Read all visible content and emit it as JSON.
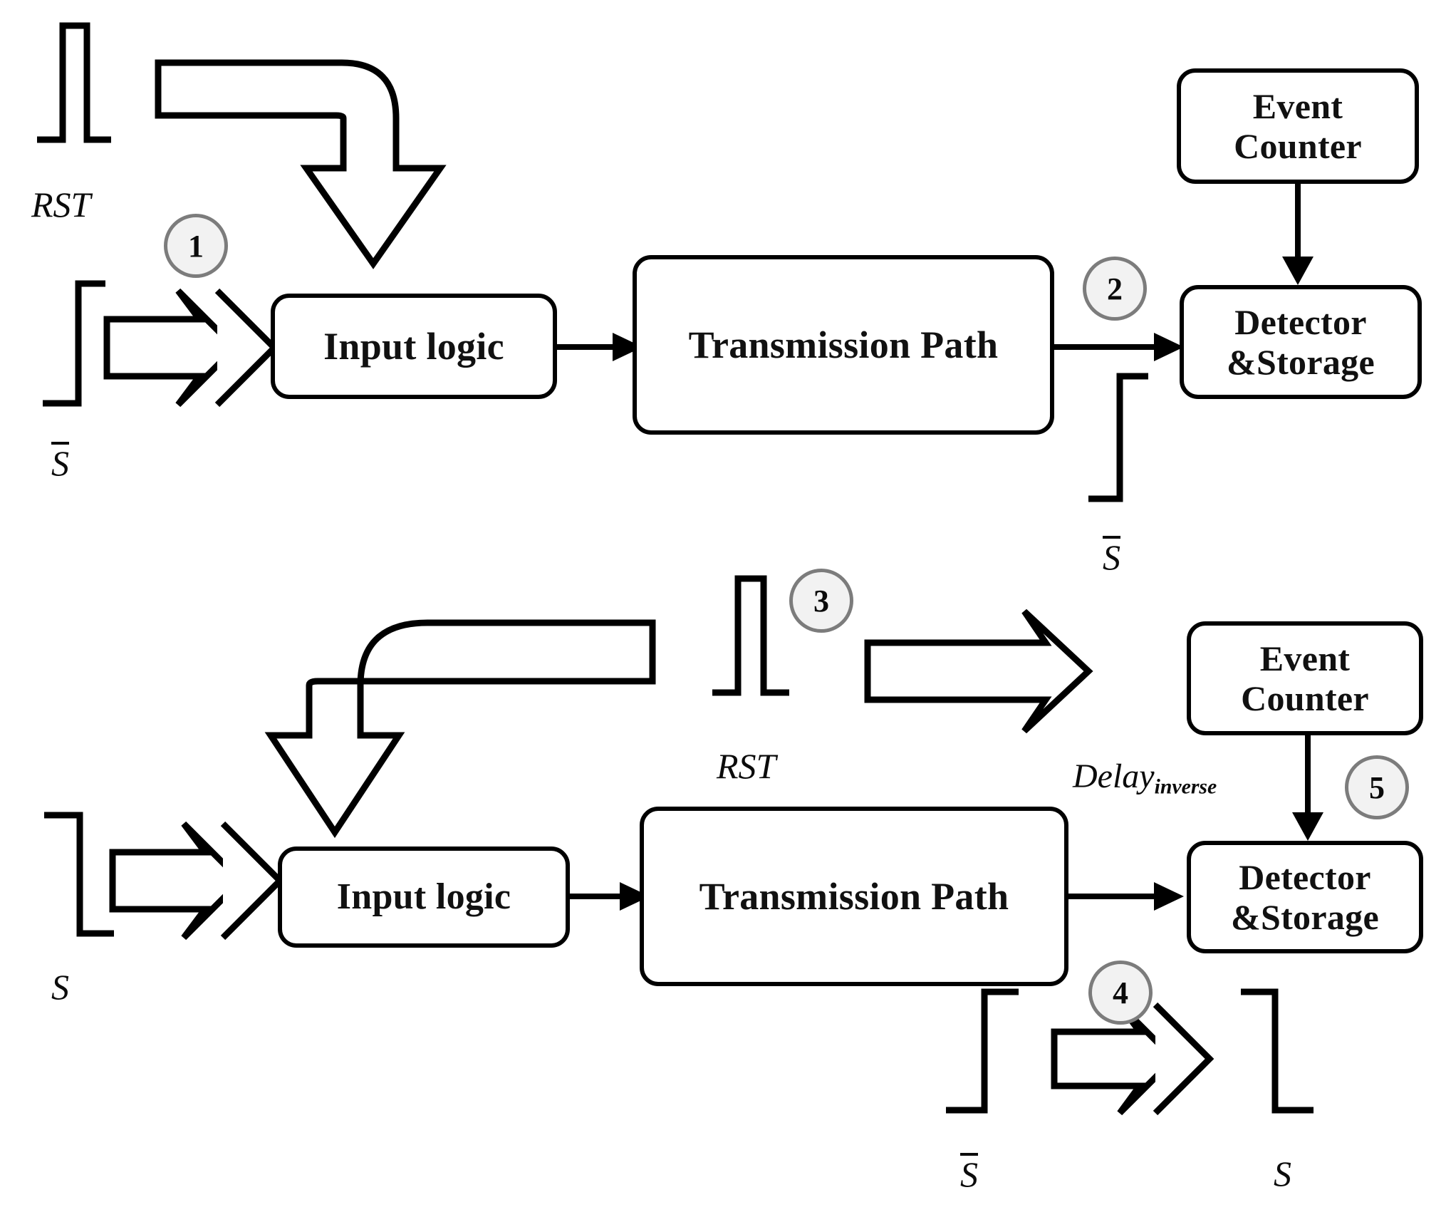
{
  "figure": {
    "title": "Two-phase signal transmission and detection block diagram",
    "background_color": "#ffffff",
    "stroke_color": "#000000",
    "badge_fill": "#f2f2f2",
    "badge_stroke": "#7c7c7c"
  },
  "blocks": {
    "top_input_logic": "Input logic",
    "top_transmission_path": "Transmission Path",
    "top_event_counter_line1": "Event",
    "top_event_counter_line2": "Counter",
    "top_detector_line1": "Detector",
    "top_detector_line2": "&Storage",
    "bottom_input_logic": "Input logic",
    "bottom_transmission_path": "Transmission Path",
    "bottom_event_counter_line1": "Event",
    "bottom_event_counter_line2": "Counter",
    "bottom_detector_line1": "Detector",
    "bottom_detector_line2": "&Storage"
  },
  "badges": {
    "one": "1",
    "two": "2",
    "three": "3",
    "four": "4",
    "five": "5"
  },
  "signals": {
    "top_rst": "RST",
    "top_s_bar_input": "S",
    "top_s_bar_detector": "S",
    "bottom_rst": "RST",
    "bottom_s_input": "S",
    "bottom_s_bar_detector_in": "S",
    "bottom_s_detector_out": "S",
    "delay_inverse_base": "Delay",
    "delay_inverse_sub": "inverse"
  },
  "waveforms": [
    {
      "name": "top-rst-pulse",
      "kind": "pulse-high",
      "label": "RST"
    },
    {
      "name": "top-input-rising-edge",
      "kind": "rising-edge",
      "label": "S-bar"
    },
    {
      "name": "top-detector-rising-edge",
      "kind": "rising-edge",
      "label": "S-bar"
    },
    {
      "name": "bottom-rst-pulse",
      "kind": "pulse-high",
      "label": "RST"
    },
    {
      "name": "bottom-input-falling-edge",
      "kind": "falling-edge",
      "label": "S"
    },
    {
      "name": "bottom-detector-rising-edge",
      "kind": "rising-edge",
      "label": "S-bar"
    },
    {
      "name": "bottom-detector-falling-edge",
      "kind": "falling-edge",
      "label": "S"
    }
  ]
}
